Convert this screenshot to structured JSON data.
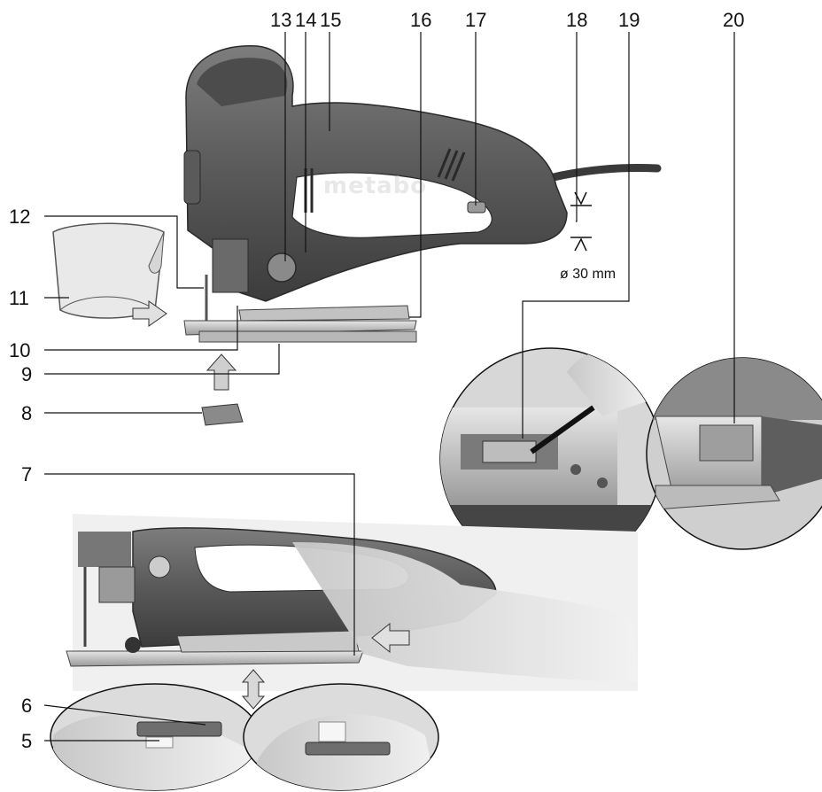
{
  "brand": "metabo",
  "dimension": "ø 30 mm",
  "callouts": [
    {
      "id": "c20",
      "label": "20"
    },
    {
      "id": "c19",
      "label": "19"
    },
    {
      "id": "c18",
      "label": "18"
    },
    {
      "id": "c17",
      "label": "17"
    },
    {
      "id": "c16",
      "label": "16"
    },
    {
      "id": "c15",
      "label": "15"
    },
    {
      "id": "c14",
      "label": "14"
    },
    {
      "id": "c13",
      "label": "13"
    },
    {
      "id": "c12",
      "label": "12"
    },
    {
      "id": "c11",
      "label": "11"
    },
    {
      "id": "c10",
      "label": "10"
    },
    {
      "id": "c9",
      "label": "9"
    },
    {
      "id": "c8",
      "label": "8"
    },
    {
      "id": "c7",
      "label": "7"
    },
    {
      "id": "c6",
      "label": "6"
    },
    {
      "id": "c5",
      "label": "5"
    }
  ]
}
